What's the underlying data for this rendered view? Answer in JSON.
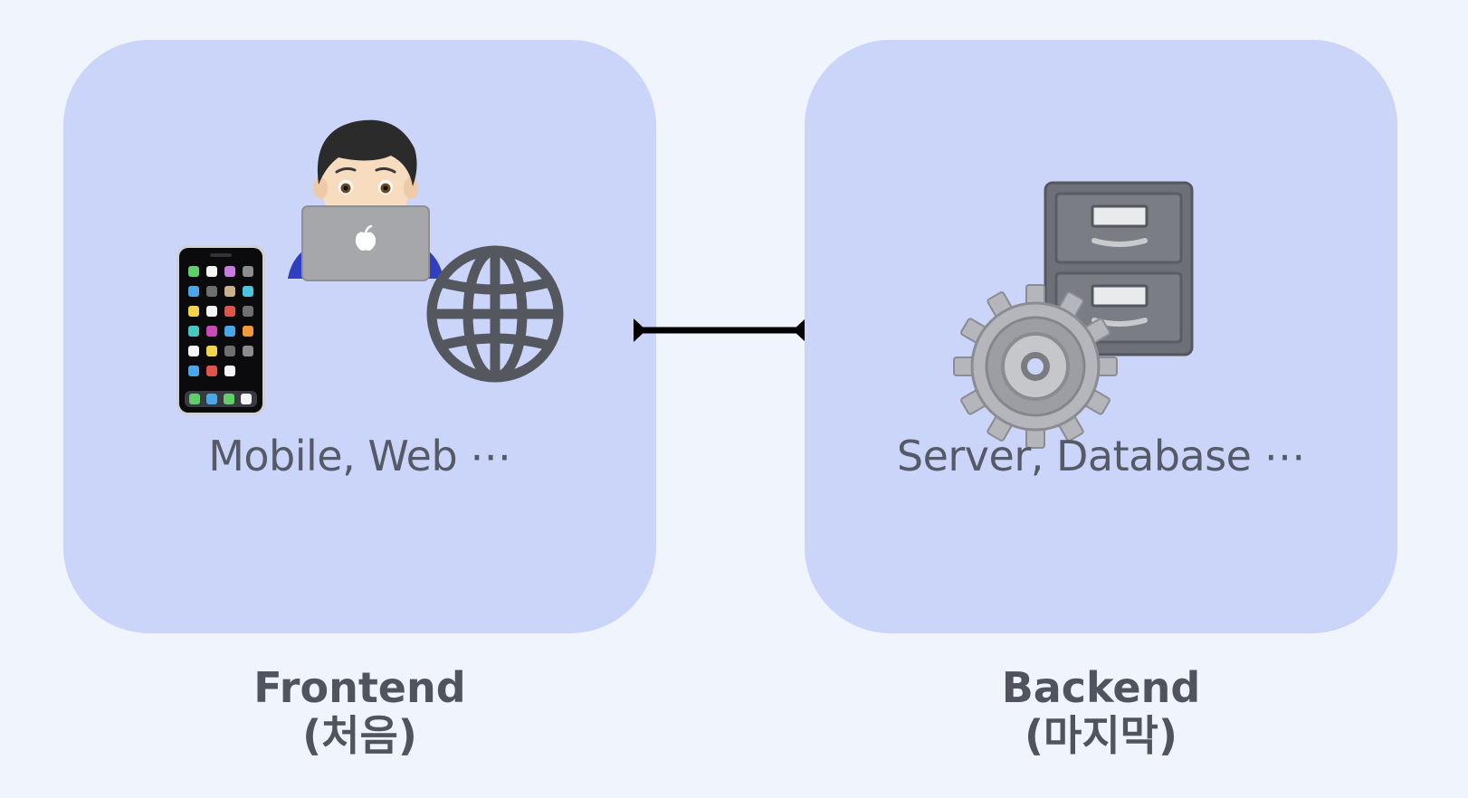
{
  "frontend": {
    "items_text": "Mobile, Web ⋯",
    "title": "Frontend",
    "subtitle": "(처음)",
    "icons": [
      "smartphone-icon",
      "technologist-laptop-icon",
      "globe-icon"
    ]
  },
  "backend": {
    "items_text": "Server, Database ⋯",
    "title": "Backend",
    "subtitle": "(마지막)",
    "icons": [
      "file-cabinet-icon",
      "gear-icon"
    ]
  },
  "colors": {
    "background": "#f0f4fd",
    "panel": "#cbd5fa",
    "text": "#555a66",
    "connector": "#000000"
  }
}
